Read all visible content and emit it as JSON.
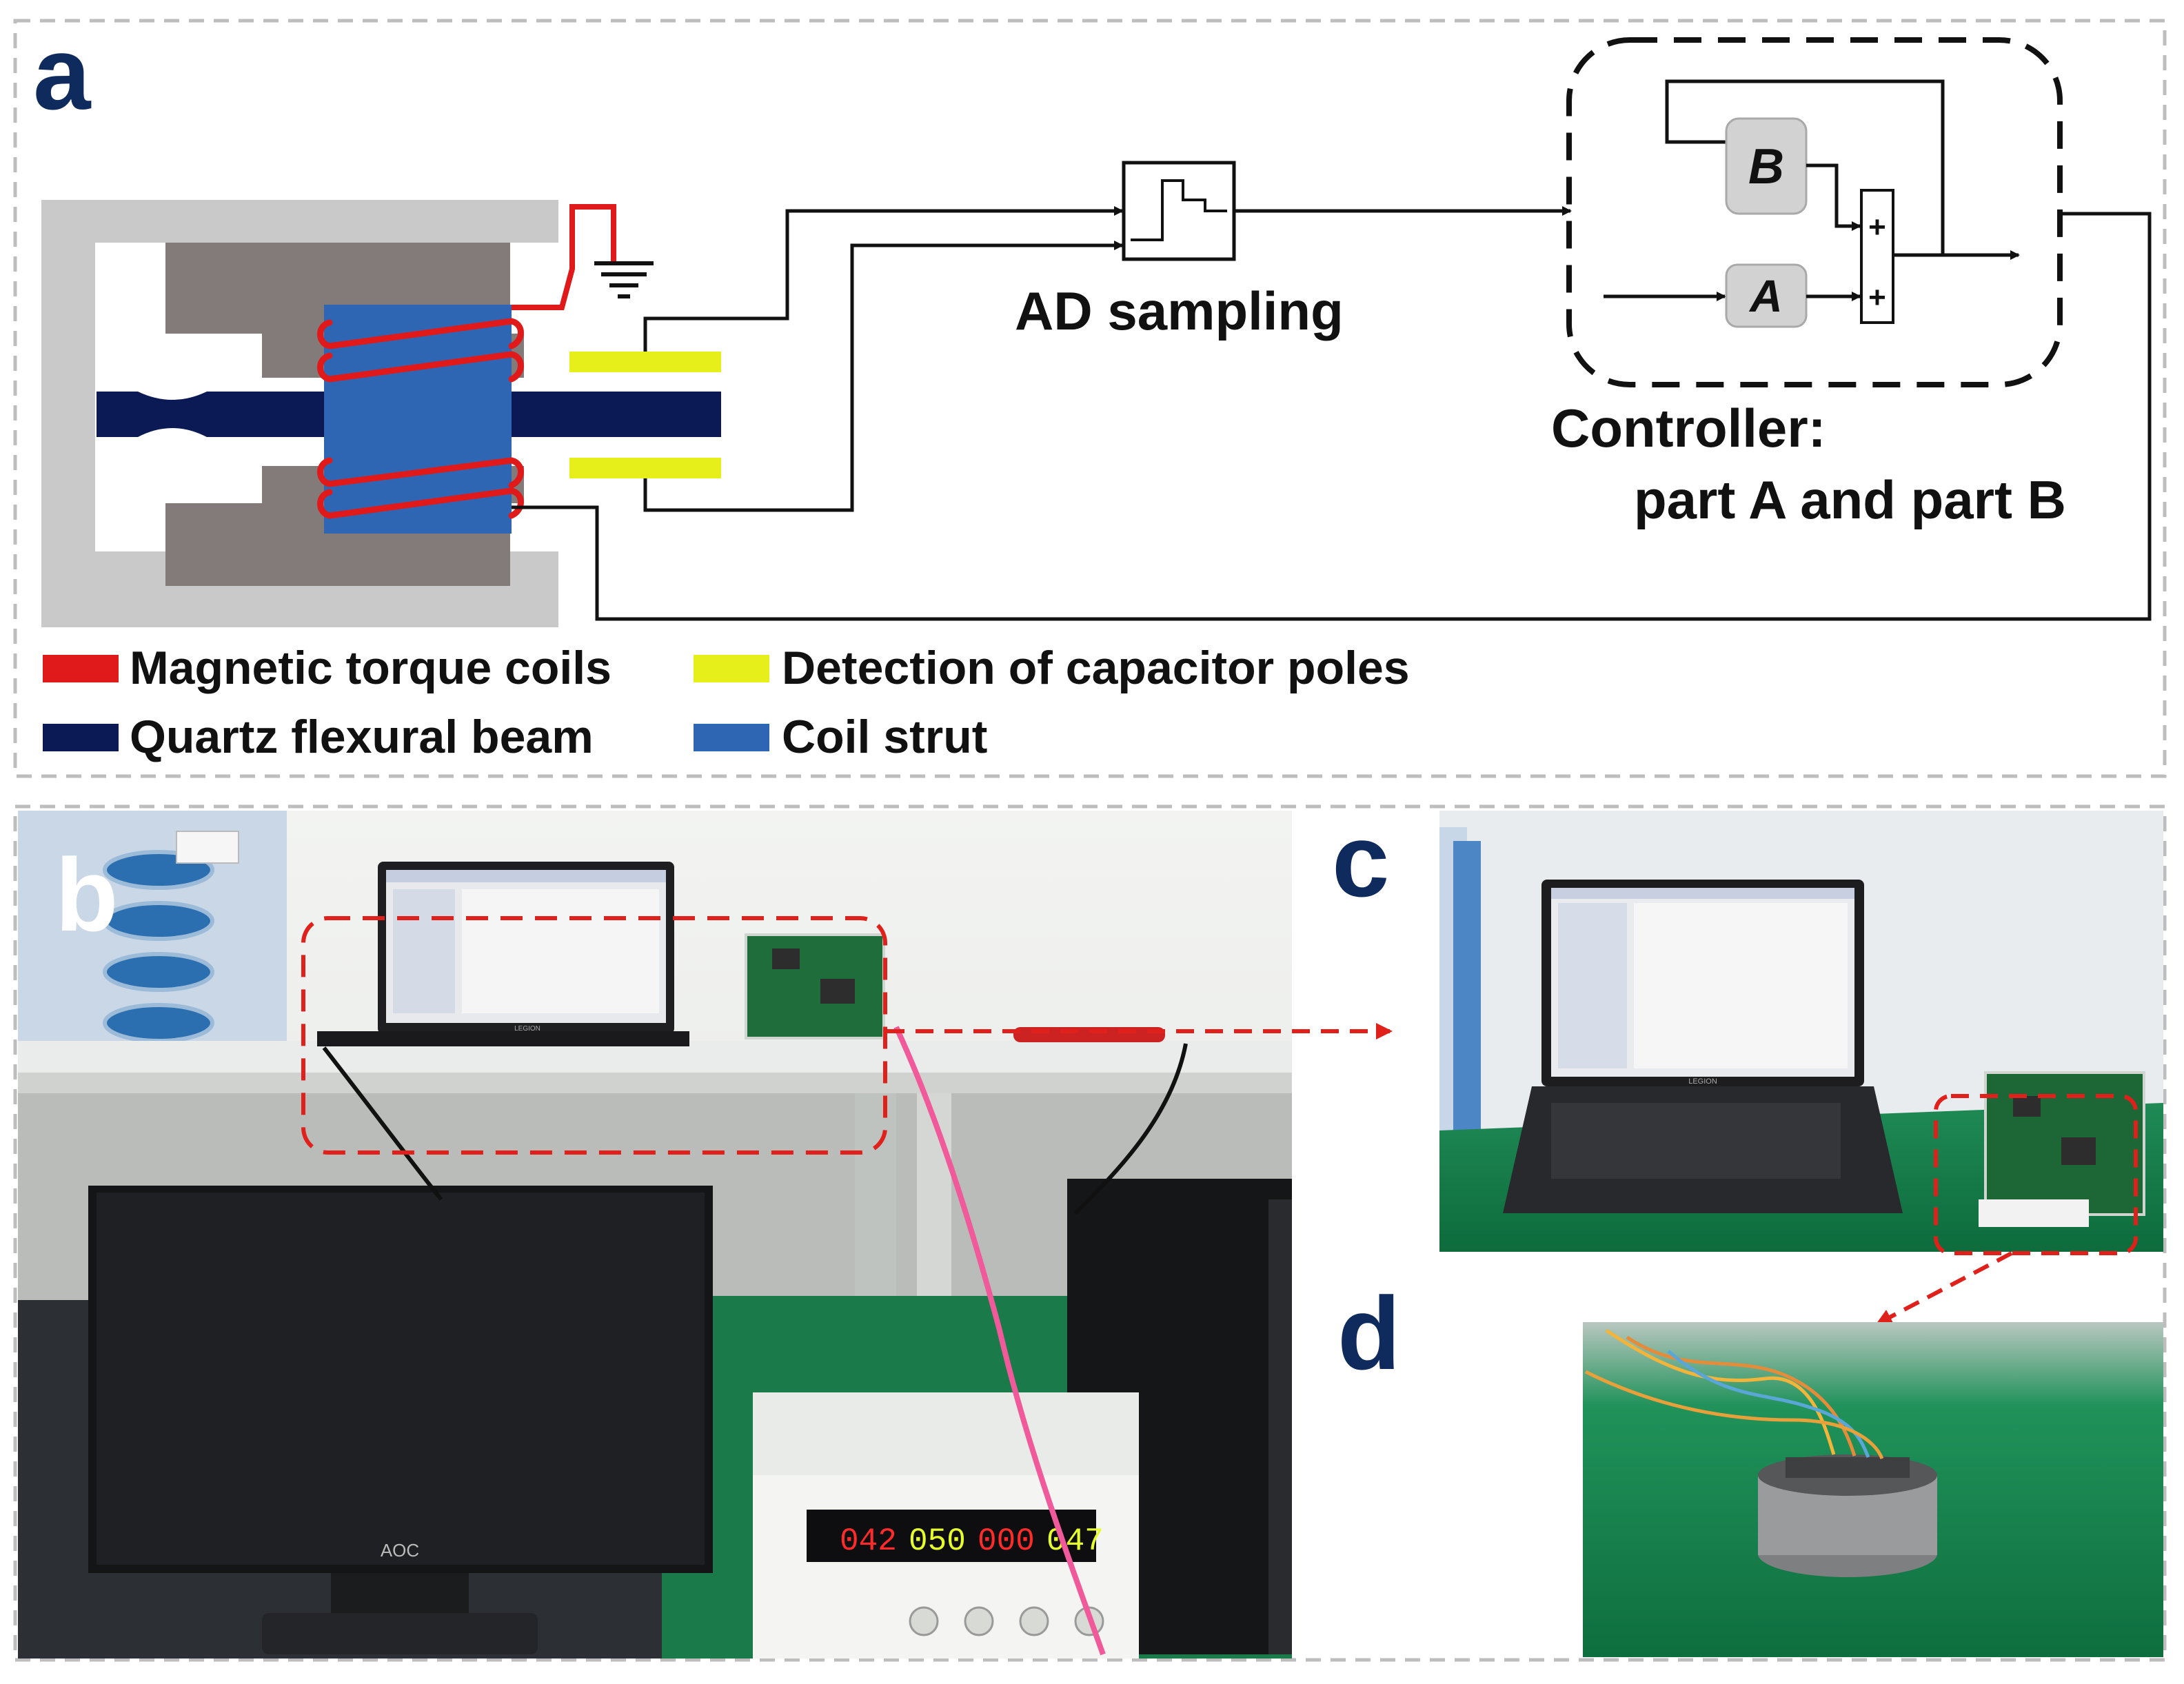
{
  "panels": {
    "a": "a",
    "b": "b",
    "c": "c",
    "d": "d"
  },
  "diagram": {
    "ad_label": "AD sampling",
    "controller_label_line1": "Controller:",
    "controller_label_line2": "part A and part B",
    "block_a": "A",
    "block_b": "B",
    "sum_sign_top": "+",
    "sum_sign_bottom": "+"
  },
  "legend": {
    "items": [
      {
        "label": "Magnetic torque coils",
        "color": "#e01a1a"
      },
      {
        "label": "Detection of capacitor poles",
        "color": "#e6ef1a"
      },
      {
        "label": "Quartz flexural beam",
        "color": "#0b1a55"
      },
      {
        "label": "Coil strut",
        "color": "#2f66b3"
      }
    ]
  },
  "photos": {
    "laptop_brand": "LEGION",
    "monitor_brand": "AOC",
    "psu_readouts": [
      "042",
      "050",
      "000",
      "047"
    ]
  },
  "colors": {
    "frame_gray": "#c8c8c8",
    "block_gray": "#d2d2d2",
    "dark_gray": "#807a78",
    "highlight_red": "#e0201a"
  }
}
